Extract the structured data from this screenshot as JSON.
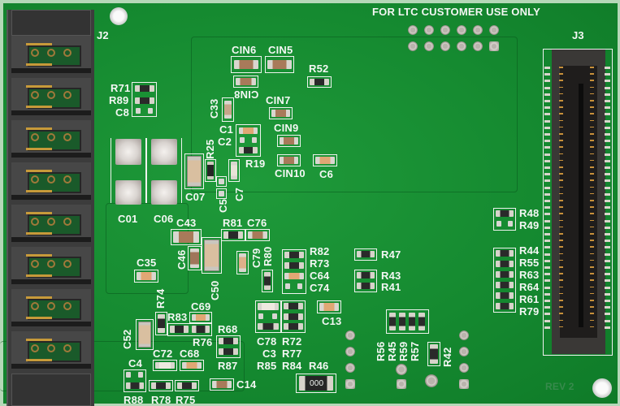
{
  "board": {
    "header_text": "FOR LTC CUSTOMER USE ONLY",
    "revision": "REV 2",
    "colors": {
      "solder_mask": "#158a30",
      "silkscreen": "#f4f7f4",
      "connector_body": "#3c3c3c",
      "gold_pin": "#c79a3a"
    }
  },
  "connectors": {
    "j2": {
      "label": "J2",
      "positions": 8
    },
    "j3": {
      "label": "J3",
      "pins_per_row": 40
    }
  },
  "labels": {
    "cin6": "CIN6",
    "cin5": "CIN5",
    "cin8": "CIN8",
    "cin7": "CIN7",
    "cin9": "CIN9",
    "cin10": "CIN10",
    "r52": "R52",
    "c6": "C6",
    "r71": "R71",
    "r89": "R89",
    "c8": "C8",
    "c33": "C33",
    "c1": "C1",
    "c2": "C2",
    "r19": "R19",
    "r25": "R25",
    "c7": "C7",
    "c5": "C5",
    "c01": "C01",
    "c06": "C06",
    "c07": "C07",
    "c43": "C43",
    "r81": "R81",
    "c76": "C76",
    "c46": "C46",
    "c50": "C50",
    "c79": "C79",
    "r80": "R80",
    "c35": "C35",
    "r82": "R82",
    "r73": "R73",
    "c64": "C64",
    "c74": "C74",
    "r47": "R47",
    "r43": "R43",
    "r41": "R41",
    "r48": "R48",
    "r49": "R49",
    "r44": "R44",
    "r55": "R55",
    "r63": "R63",
    "r64": "R64",
    "r61": "R61",
    "r79": "R79",
    "r74": "R74",
    "r83": "R83",
    "c69": "C69",
    "r76": "R76",
    "c52": "C52",
    "r68": "R68",
    "r87": "R87",
    "c13": "C13",
    "c78": "C78",
    "c3": "C3",
    "r85": "R85",
    "r72": "R72",
    "r77": "R77",
    "r84": "R84",
    "r46": "R46",
    "c72": "C72",
    "c68": "C68",
    "c4": "C4",
    "r88": "R88",
    "r78": "R78",
    "r75": "R75",
    "c14": "C14",
    "r56": "R56",
    "r45": "R45",
    "r59": "R59",
    "r57": "R57",
    "r42": "R42"
  },
  "r46_marking": "000"
}
